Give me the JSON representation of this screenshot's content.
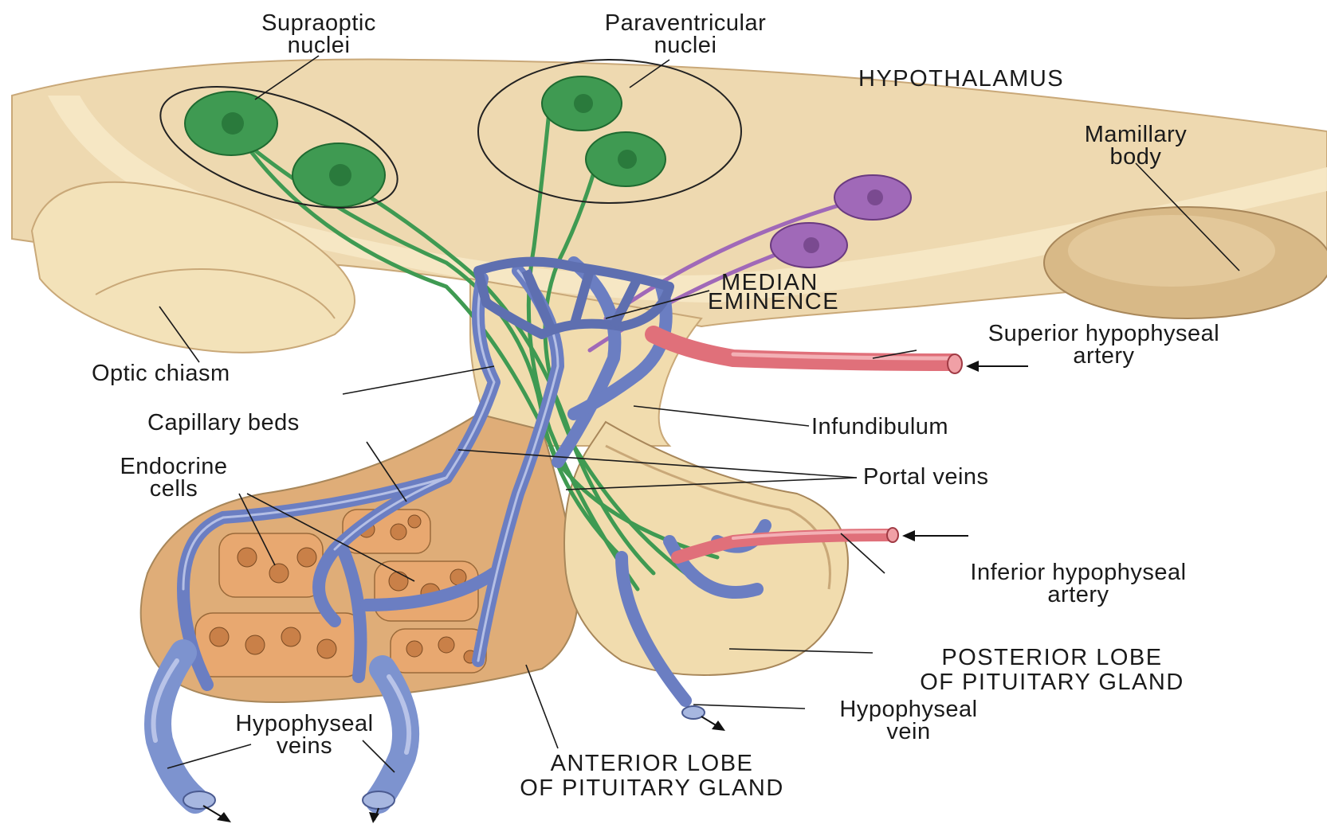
{
  "colors": {
    "tissue": "#eed9b0",
    "tissue_light": "#f6e8c6",
    "tissue_dark": "#d6b888",
    "neuron_green": "#3f9a52",
    "neuron_purple": "#a069b8",
    "vein_blue": "#6b7ec2",
    "artery_red": "#e0707a",
    "cell_fill": "#e2a06a",
    "posterior_lobe": "#f1dcae",
    "anterior_lobe": "#dfad78"
  },
  "labels": {
    "supraoptic": [
      "Supraoptic",
      "nuclei"
    ],
    "paraventricular": [
      "Paraventricular",
      "nuclei"
    ],
    "hypothalamus": "HYPOTHALAMUS",
    "mamillary": [
      "Mamillary",
      "body"
    ],
    "median_eminence": [
      "MEDIAN",
      "EMINENCE"
    ],
    "superior_artery": [
      "Superior hypophyseal",
      "artery"
    ],
    "optic_chiasm": "Optic chiasm",
    "capillary_beds": "Capillary beds",
    "infundibulum": "Infundibulum",
    "endocrine_cells": [
      "Endocrine",
      "cells"
    ],
    "portal_veins": "Portal veins",
    "inferior_artery": [
      "Inferior hypophyseal",
      "artery"
    ],
    "posterior_lobe": [
      "POSTERIOR LOBE",
      "OF PITUITARY GLAND"
    ],
    "hypophyseal_vein": [
      "Hypophyseal",
      "vein"
    ],
    "hypophyseal_veins": [
      "Hypophyseal",
      "veins"
    ],
    "anterior_lobe": [
      "ANTERIOR LOBE",
      "OF PITUITARY GLAND"
    ]
  }
}
